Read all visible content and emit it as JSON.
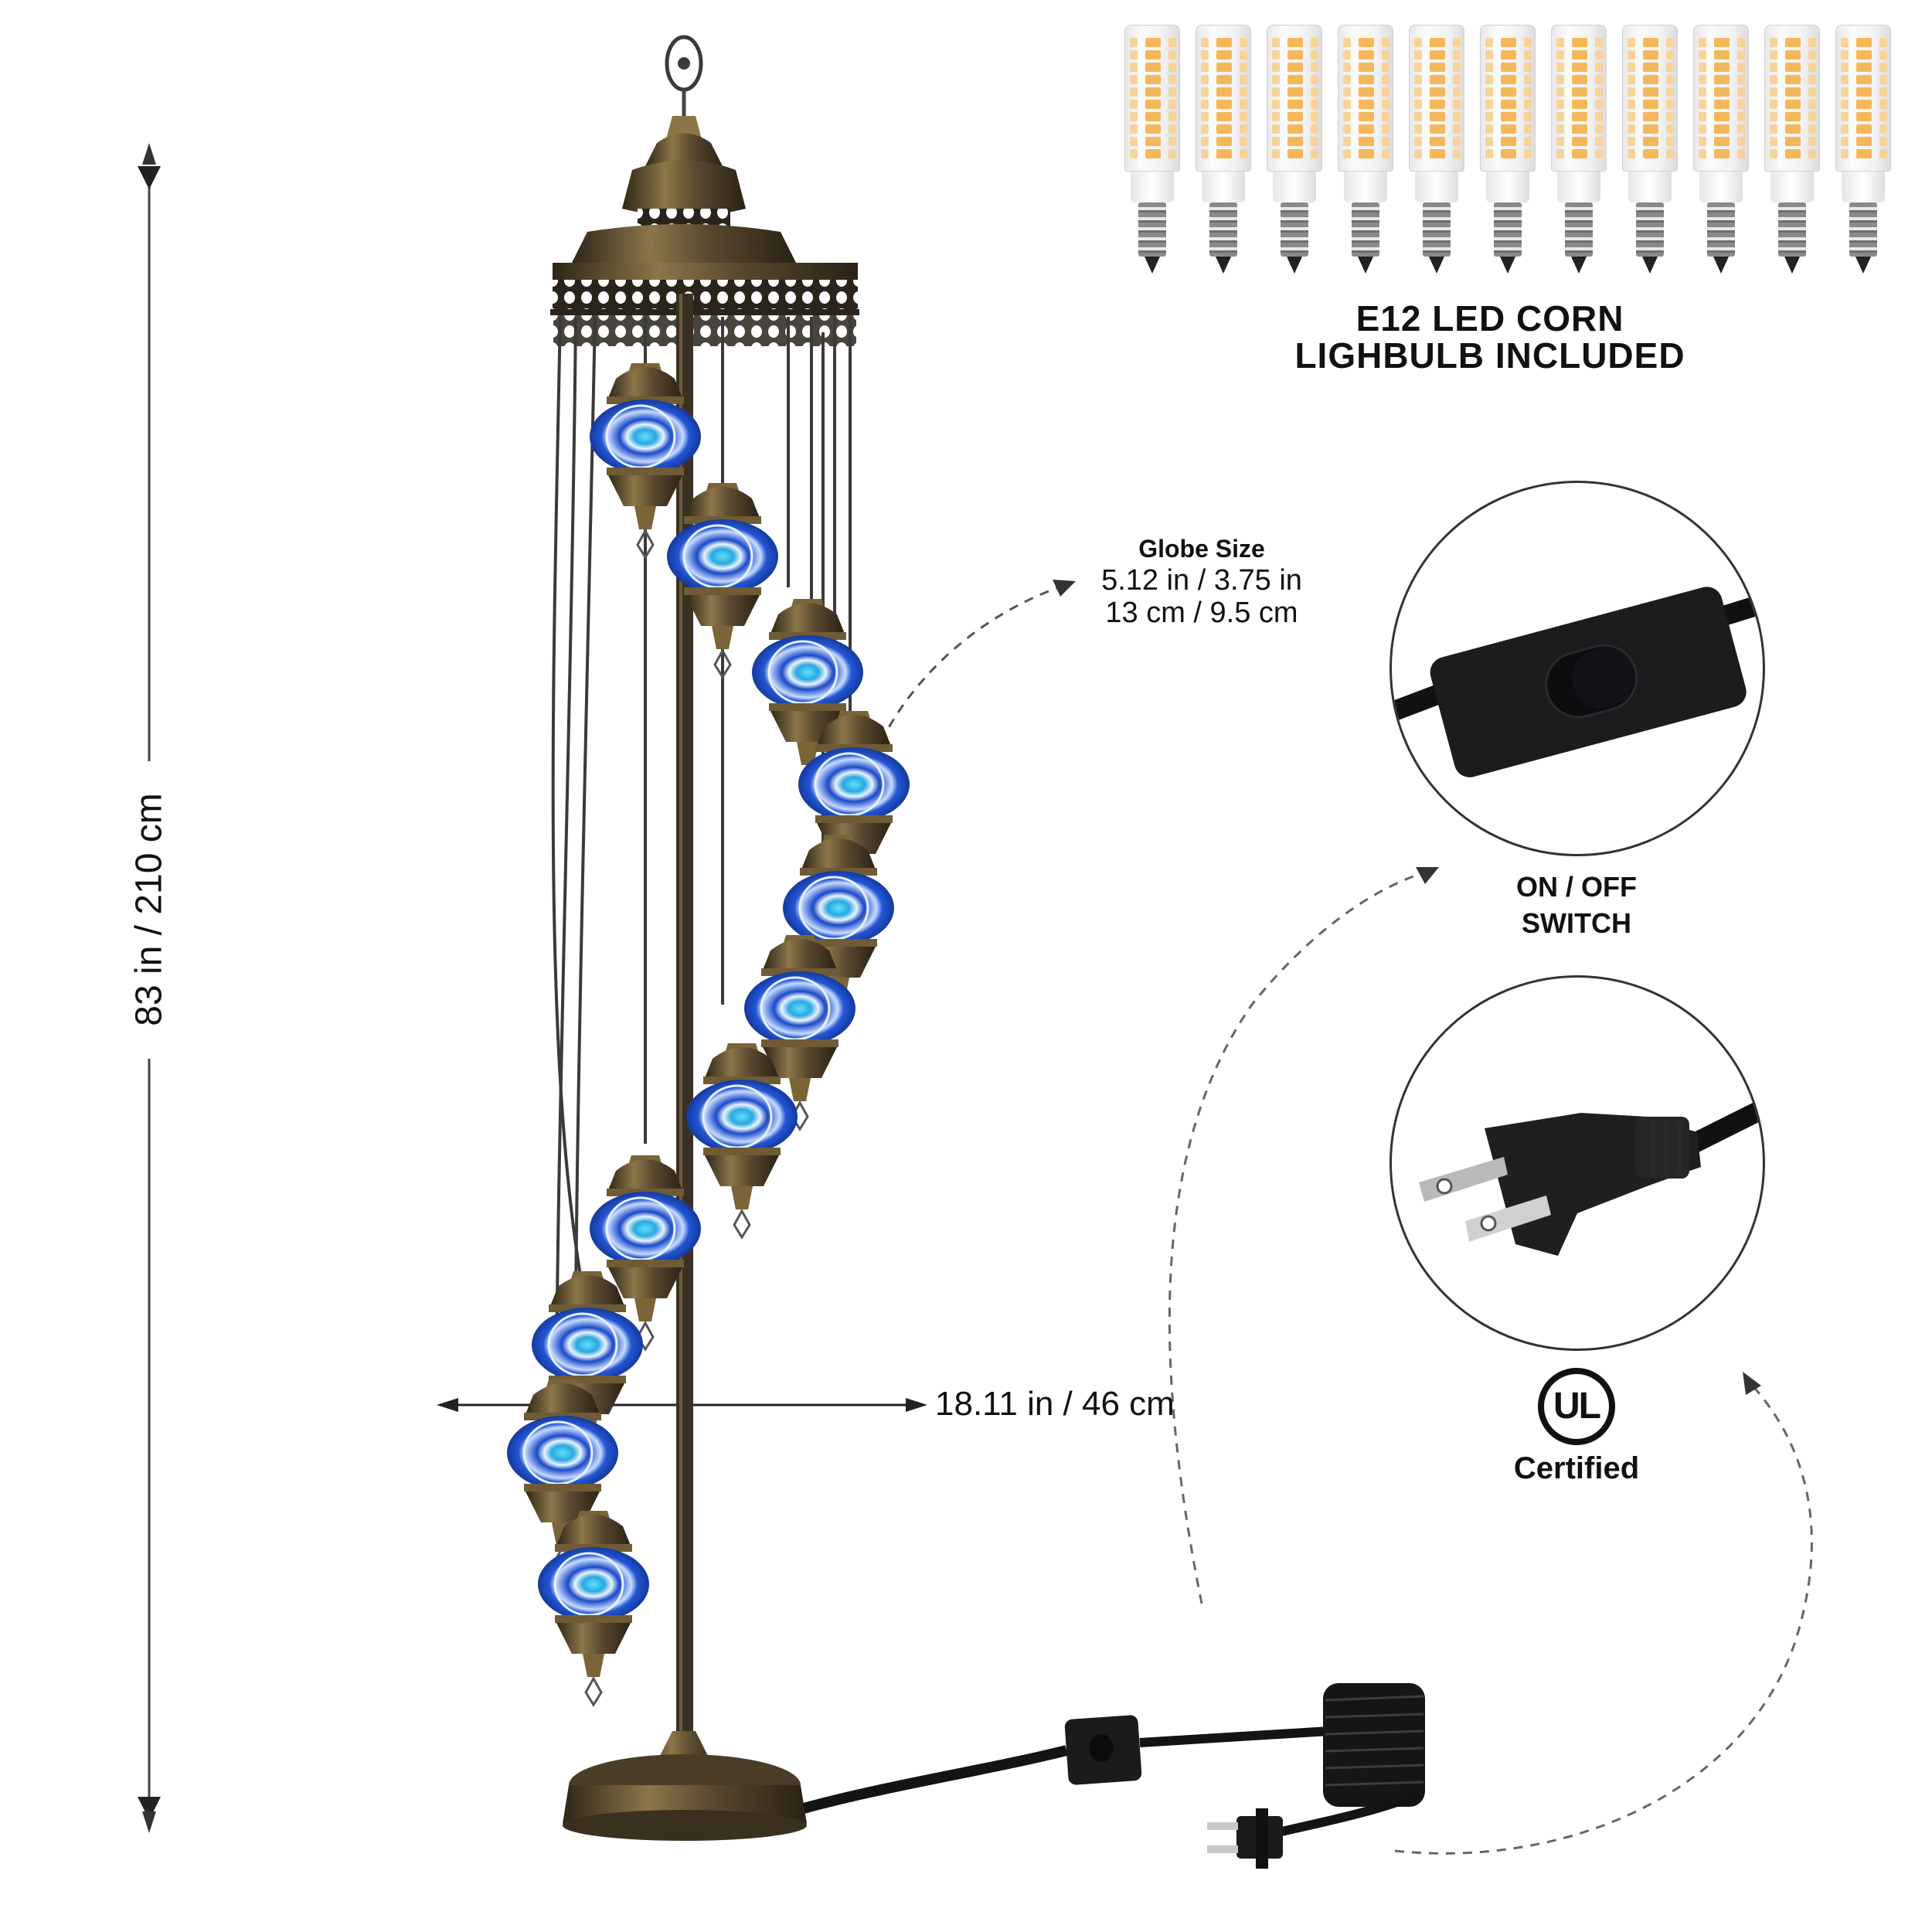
{
  "product": {
    "description": "Mosaic spiral floor lamp with 11 blue glass globes",
    "globe_count": 11,
    "colors": {
      "bronze": "#5a4a30",
      "bronze_dark": "#2e2618",
      "bronze_light": "#9a8558",
      "globe_blue": "#1d4fc4",
      "globe_blue_dark": "#0f2e8a",
      "globe_cyan": "#39c4e8",
      "cord_black": "#141414"
    }
  },
  "dimensions": {
    "height_label": "83 in / 210 cm",
    "width_label": "18.11 in / 46 cm",
    "globe_size": {
      "title": "Globe Size",
      "line1": "5.12 in / 3.75 in",
      "line2": "13 cm / 9.5 cm"
    }
  },
  "bulbs": {
    "count": 11,
    "label_line1": "E12 LED CORN",
    "label_line2": "LIGHBULB INCLUDED"
  },
  "callouts": {
    "switch": {
      "label_line1": "ON / OFF",
      "label_line2": "SWITCH",
      "icon": "inline-rocker-switch-icon"
    },
    "plug": {
      "icon": "two-prong-plug-icon"
    },
    "certification": {
      "logo_text": "UL",
      "label": "Certified"
    }
  }
}
